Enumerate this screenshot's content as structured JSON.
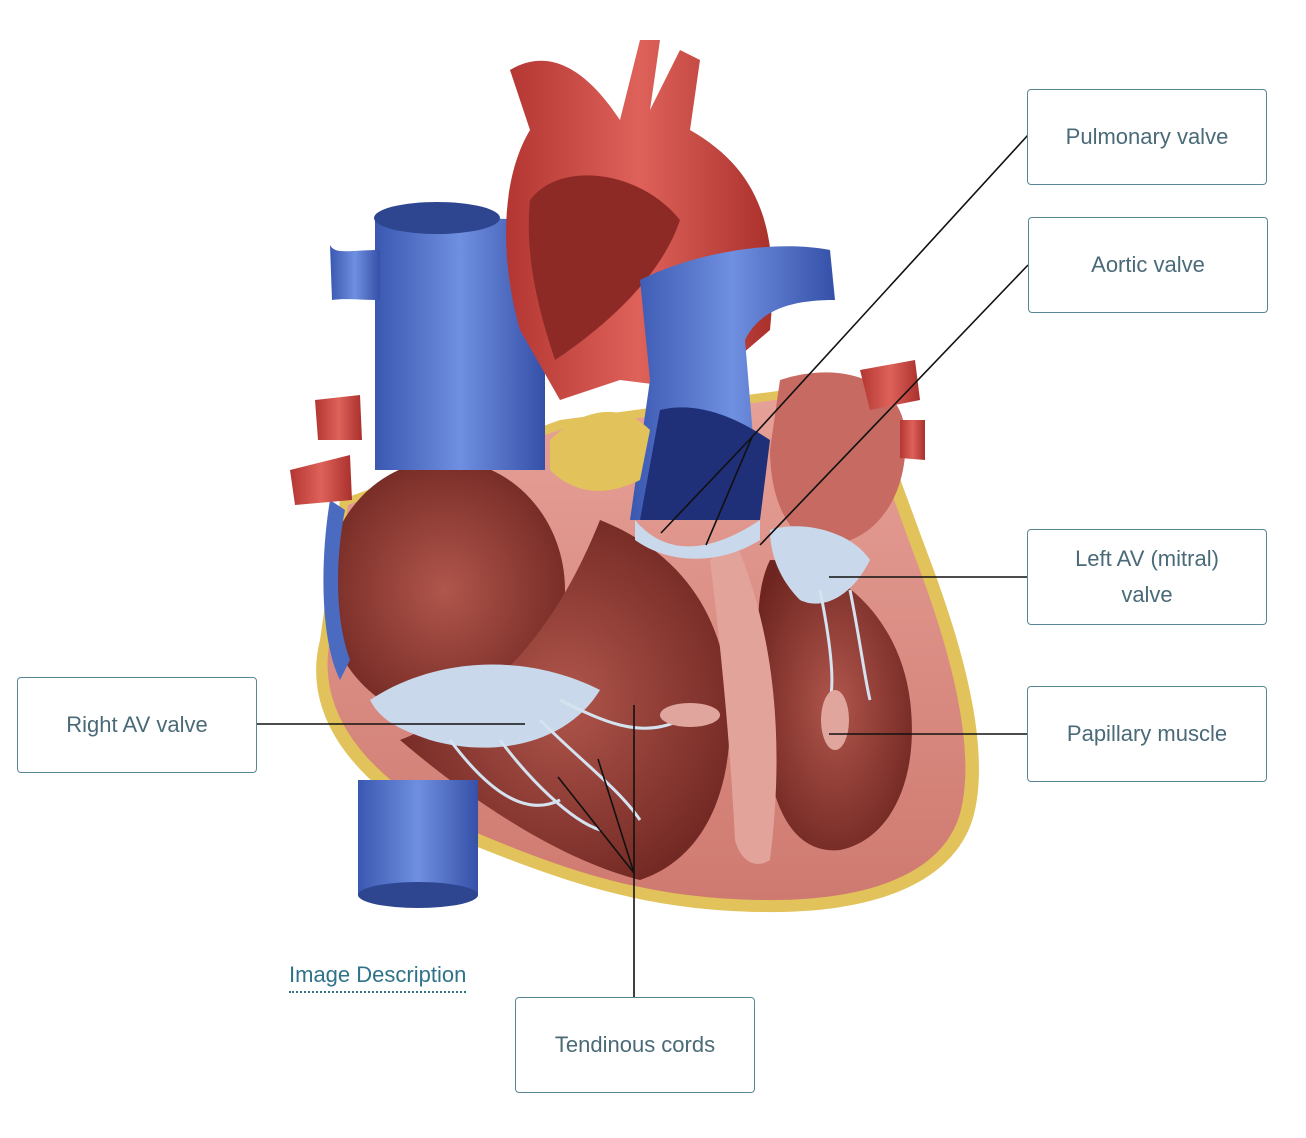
{
  "diagram": {
    "subject": "Internal anatomy of the heart showing valves",
    "labels": [
      {
        "id": "pulmonary_valve",
        "text": "Pulmonary valve"
      },
      {
        "id": "aortic_valve",
        "text": "Aortic valve"
      },
      {
        "id": "left_av_valve",
        "text": "Left AV (mitral) valve"
      },
      {
        "id": "papillary_muscle",
        "text": "Papillary muscle"
      },
      {
        "id": "right_av_valve",
        "text": "Right AV valve"
      },
      {
        "id": "tendinous_cords",
        "text": "Tendinous cords"
      }
    ],
    "link": {
      "image_description": "Image Description"
    },
    "colors": {
      "label_border": "#5a8796",
      "label_text": "#4a6a78",
      "link": "#2f7389",
      "artery_red": "#c8423e",
      "vein_blue": "#4a6bc0",
      "myocardium": "#d98b82",
      "chamber": "#8e3b34",
      "fat": "#e2c25a",
      "valve": "#c9d8ea"
    }
  }
}
